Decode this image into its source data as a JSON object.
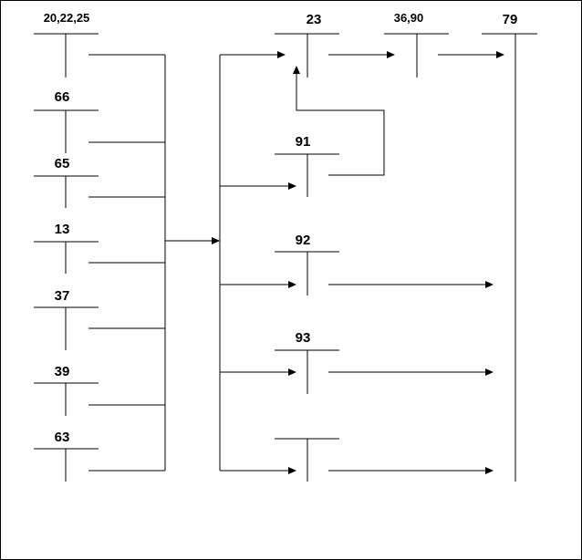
{
  "nodes": {
    "n_20_22_25": {
      "label": "20,22,25"
    },
    "n_66": {
      "label": "66"
    },
    "n_65": {
      "label": "65"
    },
    "n_13": {
      "label": "13"
    },
    "n_37": {
      "label": "37"
    },
    "n_39": {
      "label": "39"
    },
    "n_63": {
      "label": "63"
    },
    "n_23": {
      "label": "23"
    },
    "n_36_90": {
      "label": "36,90"
    },
    "n_79": {
      "label": "79"
    },
    "n_91": {
      "label": "91"
    },
    "n_92": {
      "label": "92"
    },
    "n_93": {
      "label": "93"
    },
    "n_unlabeled": {
      "label": ""
    }
  },
  "colors": {
    "line": "#000000",
    "background": "#ffffff"
  }
}
